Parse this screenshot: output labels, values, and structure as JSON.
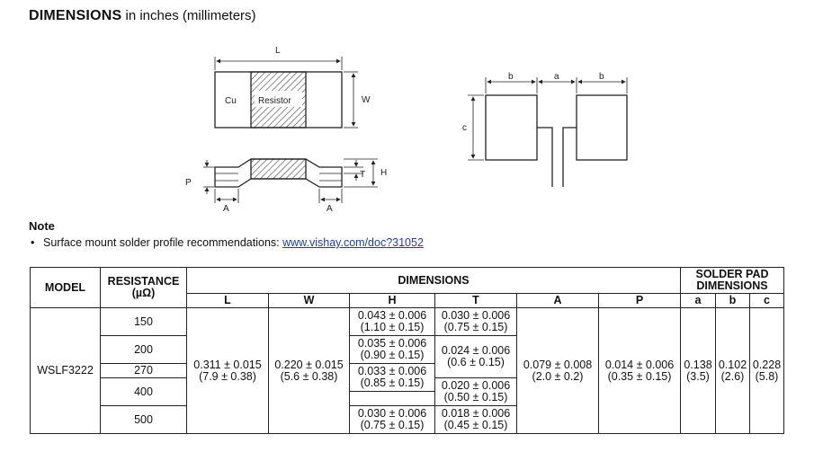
{
  "heading": {
    "bold": "DIMENSIONS",
    "rest": " in inches (millimeters)"
  },
  "drawing": {
    "top_labels": {
      "L": "L",
      "W": "W",
      "Cu": "Cu",
      "Resistor": "Resistor"
    },
    "side_labels": {
      "H": "H",
      "T": "T",
      "P": "P",
      "A1": "A",
      "A2": "A"
    },
    "pad_labels": {
      "b1": "b",
      "a": "a",
      "b2": "b",
      "c": "c"
    }
  },
  "note": {
    "title": "Note",
    "bullet": "•",
    "text": "Surface mount solder profile recommendations: ",
    "link": "www.vishay.com/doc?31052"
  },
  "table": {
    "headers": {
      "model": "MODEL",
      "resistance": "RESISTANCE",
      "resistance_unit": "(µΩ)",
      "dimensions": "DIMENSIONS",
      "solder_pad": "SOLDER PAD",
      "solder_pad2": "DIMENSIONS",
      "cols": [
        "L",
        "W",
        "H",
        "T",
        "A",
        "P",
        "a",
        "b",
        "c"
      ]
    },
    "model": "WSLF3222",
    "resistances": [
      "150",
      "200",
      "270",
      "400",
      "500"
    ],
    "L": [
      "0.311 ± 0.015",
      "(7.9 ± 0.38)"
    ],
    "W": [
      "0.220 ± 0.015",
      "(5.6 ± 0.38)"
    ],
    "H": [
      [
        "0.043 ± 0.006",
        "(1.10 ± 0.15)"
      ],
      [
        "0.035 ± 0.006",
        "(0.90 ± 0.15)"
      ],
      [
        "0.033 ± 0.006",
        "(0.85 ± 0.15)"
      ],
      [
        "0.030 ± 0.006",
        "(0.75 ± 0.15)"
      ]
    ],
    "T": [
      [
        "0.030 ± 0.006",
        "(0.75 ± 0.15)"
      ],
      [
        "0.024 ± 0.006",
        "(0.6 ± 0.15)"
      ],
      [
        "0.020 ± 0.006",
        "(0.50 ± 0.15)"
      ],
      [
        "0.018 ± 0.006",
        "(0.45 ± 0.15)"
      ]
    ],
    "A": [
      "0.079 ± 0.008",
      "(2.0 ± 0.2)"
    ],
    "P": [
      "0.014 ± 0.006",
      "(0.35 ± 0.15)"
    ],
    "a": [
      "0.138",
      "(3.5)"
    ],
    "b": [
      "0.102",
      "(2.6)"
    ],
    "c": [
      "0.228",
      "(5.8)"
    ]
  }
}
